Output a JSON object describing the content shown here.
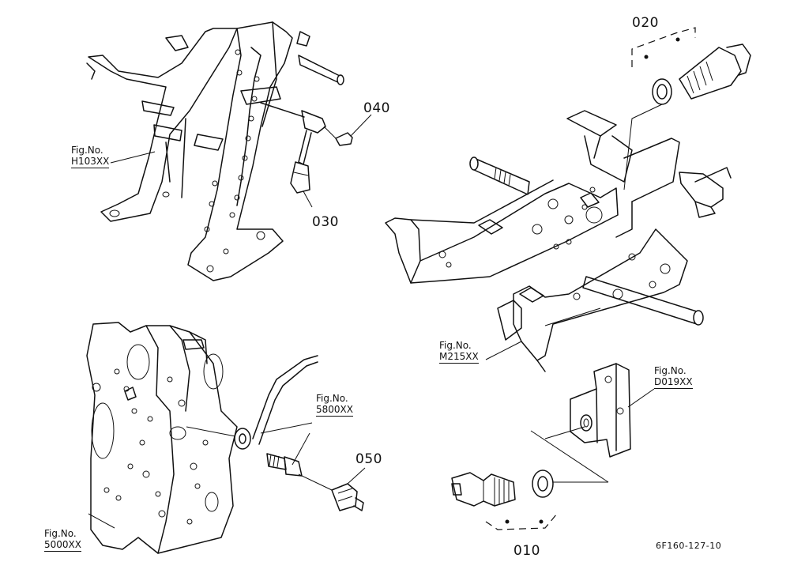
{
  "callouts": {
    "p020": "020",
    "p040": "040",
    "p030": "030",
    "p050": "050",
    "p010": "010"
  },
  "figure_refs": {
    "h103": {
      "label": "Fig.No.",
      "code": "H103XX"
    },
    "m215": {
      "label": "Fig.No.",
      "code": "M215XX"
    },
    "d019": {
      "label": "Fig.No.",
      "code": "D019XX"
    },
    "f5800": {
      "label": "Fig.No.",
      "code": "5800XX"
    },
    "f5000": {
      "label": "Fig.No.",
      "code": "5000XX"
    }
  },
  "drawing_code": "6F160-127-10"
}
